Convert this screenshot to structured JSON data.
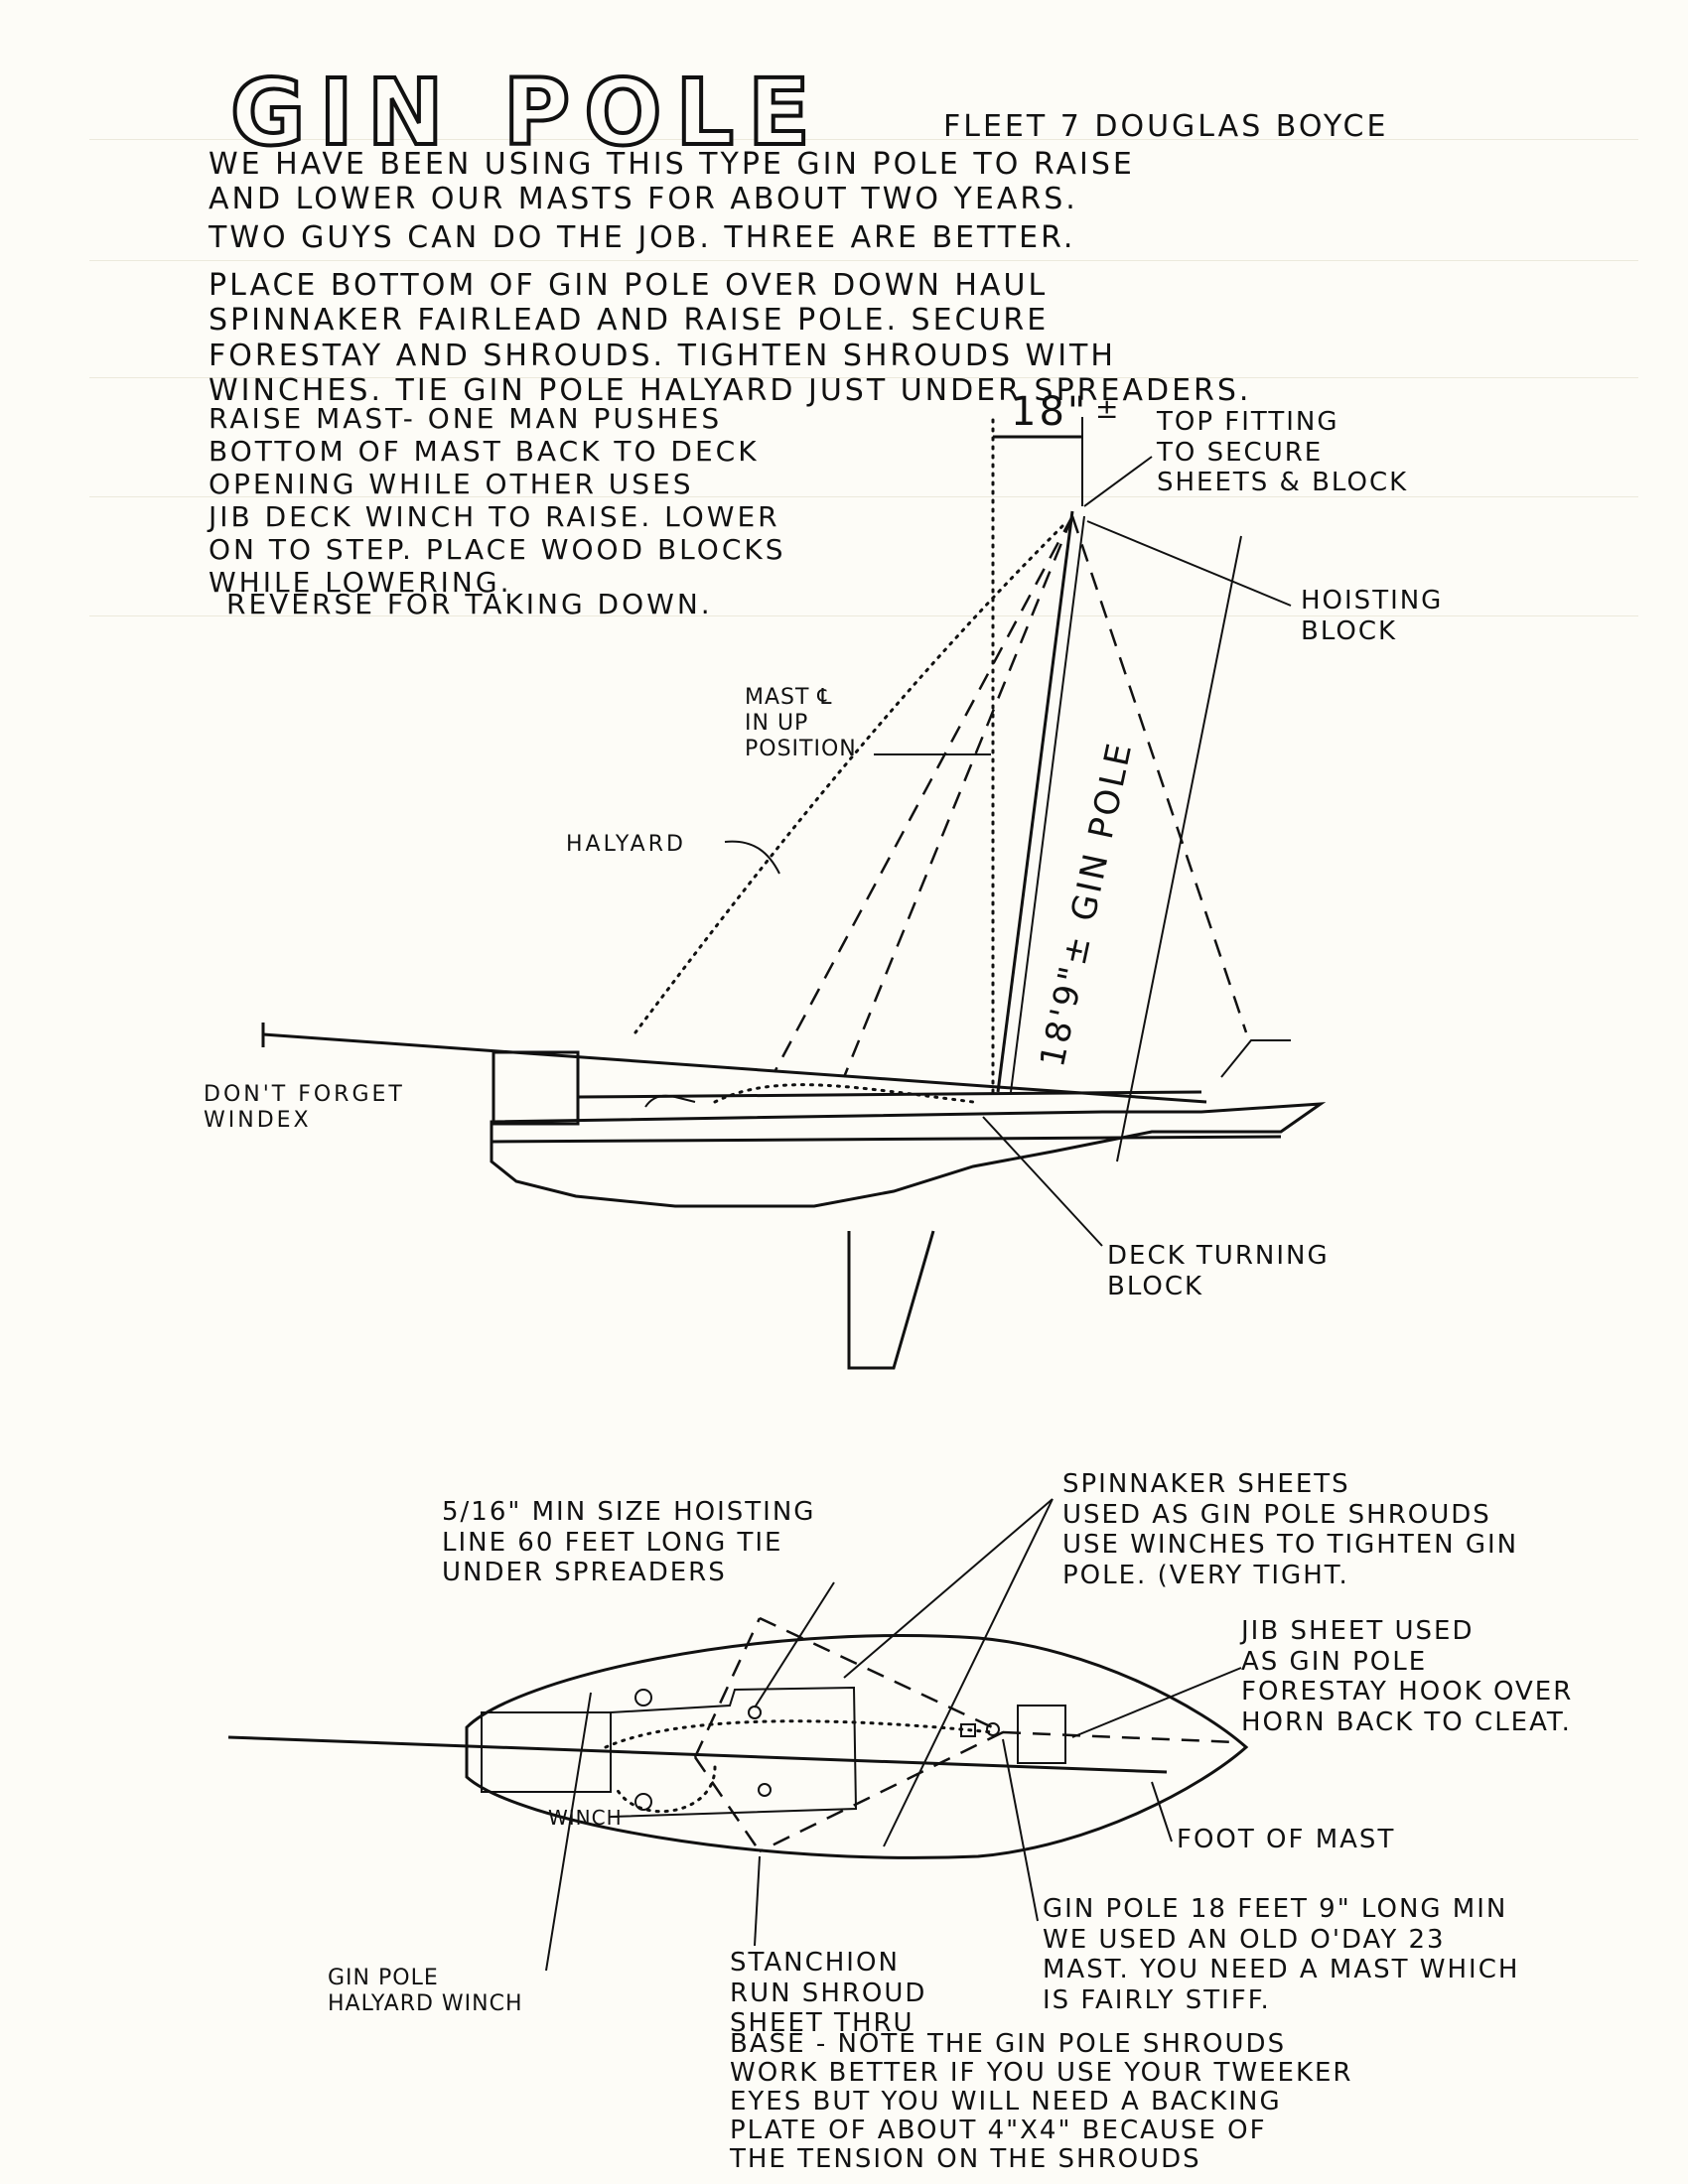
{
  "title": "GIN POLE",
  "byline": "FLEET 7   DOUGLAS BOYCE",
  "intro": [
    "WE HAVE BEEN USING THIS TYPE GIN POLE TO RAISE",
    "AND LOWER OUR MASTS FOR ABOUT TWO YEARS."
  ],
  "crew_note": "TWO GUYS CAN DO THE JOB. THREE ARE BETTER.",
  "setup": [
    "PLACE BOTTOM OF GIN POLE OVER DOWN HAUL",
    "SPINNAKER FAIRLEAD AND RAISE POLE. SECURE",
    "FORESTAY AND SHROUDS. TIGHTEN SHROUDS WITH",
    "WINCHES. TIE GIN POLE HALYARD JUST UNDER SPREADERS."
  ],
  "raise": [
    "RAISE MAST- ONE MAN PUSHES",
    "BOTTOM OF MAST BACK TO DECK",
    "OPENING WHILE OTHER USES",
    "JIB DECK WINCH TO RAISE. LOWER",
    "ON TO STEP. PLACE WOOD BLOCKS",
    "WHILE LOWERING."
  ],
  "reverse": "REVERSE FOR TAKING DOWN.",
  "side_view": {
    "offset_dim": "18\"",
    "plus_minus": "±",
    "top_fitting": [
      "TOP FITTING",
      "TO SECURE",
      "SHEETS & BLOCK"
    ],
    "hoisting_block": [
      "HOISTING",
      "BLOCK"
    ],
    "mast_up": [
      "MAST ℄",
      "IN UP",
      "POSITION"
    ],
    "halyard": "HALYARD",
    "pole_length": "18'9\"± GIN POLE",
    "windex": [
      "DON'T FORGET",
      "WINDEX"
    ],
    "deck_block": [
      "DECK TURNING",
      "BLOCK"
    ]
  },
  "plan_view": {
    "hoist_line": [
      "5/16\" MIN SIZE HOISTING",
      "LINE 60 FEET LONG TIE",
      "UNDER SPREADERS"
    ],
    "spin_sheets": [
      "SPINNAKER SHEETS",
      "USED AS GIN POLE SHROUDS",
      "USE WINCHES TO TIGHTEN GIN",
      "POLE. (VERY TIGHT."
    ],
    "jib_sheet": [
      "JIB SHEET USED",
      "AS GIN POLE",
      "FORESTAY HOOK OVER",
      "HORN BACK TO CLEAT."
    ],
    "winch": "WINCH",
    "foot": "FOOT OF MAST",
    "halyard_winch": [
      "GIN POLE",
      "HALYARD WINCH"
    ],
    "stanchion": [
      "STANCHION",
      "RUN SHROUD",
      "SHEET THRU"
    ],
    "gin_pole_note": [
      "GIN POLE 18 FEET 9\" LONG MIN",
      "WE USED AN OLD O'DAY 23",
      "MAST. YOU NEED A MAST WHICH",
      "IS FAIRLY STIFF."
    ],
    "base_note": [
      "BASE - NOTE THE GIN POLE SHROUDS",
      "WORK BETTER IF YOU USE YOUR TWEEKER",
      "EYES BUT YOU WILL NEED A BACKING",
      "PLATE OF ABOUT 4\"X4\" BECAUSE OF",
      "THE TENSION    ON THE SHROUDS"
    ]
  }
}
